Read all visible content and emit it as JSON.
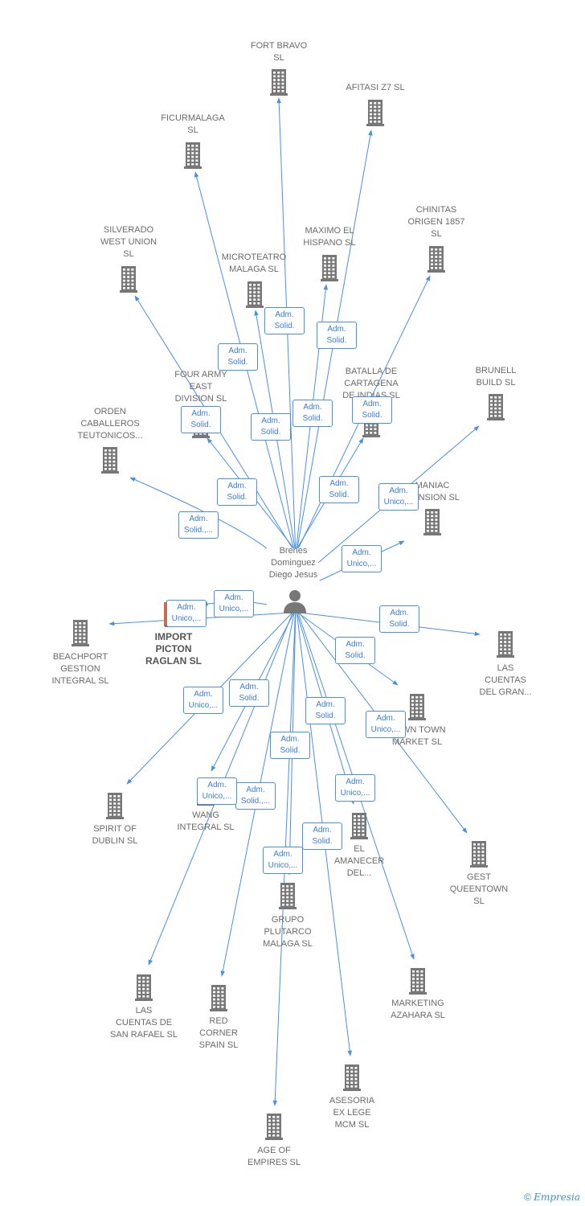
{
  "person": {
    "name": "Brenes\nDominguez\nDiego Jesus"
  },
  "colors": {
    "edge": "#4a90e2",
    "icon": "#777777",
    "highlight": "#e8622a"
  },
  "footer": {
    "copyright": "©",
    "brand": "Empresia"
  },
  "nodes": [
    {
      "id": "n1",
      "label": "FORT BRAVO\nSL"
    },
    {
      "id": "n2",
      "label": "AFITASI Z7  SL"
    },
    {
      "id": "n3",
      "label": "FICURMALAGA\nSL"
    },
    {
      "id": "n4",
      "label": "CHINITAS\nORIGEN 1857\nSL"
    },
    {
      "id": "n5",
      "label": "SILVERADO\nWEST UNION\nSL"
    },
    {
      "id": "n6",
      "label": "MICROTEATRO\nMALAGA  SL"
    },
    {
      "id": "n7",
      "label": "MAXIMO EL\nHISPANO  SL"
    },
    {
      "id": "n8",
      "label": "FOUR ARMY\nEAST\nDIVISION  SL"
    },
    {
      "id": "n9",
      "label": "BATALLA DE\nCARTAGENA\nDE INDIAS  SL"
    },
    {
      "id": "n10",
      "label": "BRUNELL\nBUILD  SL"
    },
    {
      "id": "n11",
      "label": "ORDEN\nCABALLEROS\nTEUTONICOS..."
    },
    {
      "id": "n12",
      "label": "MANIAC\nMANSION  SL"
    },
    {
      "id": "n13",
      "label": "IMPORT\nPICTON\nRAGLAN  SL",
      "highlight": true
    },
    {
      "id": "n14",
      "label": "BEACHPORT\nGESTION\nINTEGRAL  SL"
    },
    {
      "id": "n15",
      "label": "LAS\nCUENTAS\nDEL GRAN..."
    },
    {
      "id": "n16",
      "label": "DOWN TOWN\nMARKET  SL"
    },
    {
      "id": "n17",
      "label": "SPIRIT OF\nDUBLIN  SL"
    },
    {
      "id": "n18",
      "label": "WANG\nINTEGRAL  SL"
    },
    {
      "id": "n19",
      "label": "EL\nAMANECER\nDEL..."
    },
    {
      "id": "n20",
      "label": "GEST\nQUEENTOWN\nSL"
    },
    {
      "id": "n21",
      "label": "GRUPO\nPLUTARCO\nMALAGA  SL"
    },
    {
      "id": "n22",
      "label": "LAS\nCUENTAS DE\nSAN RAFAEL  SL"
    },
    {
      "id": "n23",
      "label": "RED\nCORNER\nSPAIN  SL"
    },
    {
      "id": "n24",
      "label": "MARKETING\nAZAHARA  SL"
    },
    {
      "id": "n25",
      "label": "ASESORIA\nEX LEGE\nMCM  SL"
    },
    {
      "id": "n26",
      "label": "AGE OF\nEMPIRES  SL"
    }
  ],
  "edges": [
    {
      "to": "n1",
      "label": "Adm.\nSolid."
    },
    {
      "to": "n2",
      "label": "Adm.\nSolid."
    },
    {
      "to": "n3",
      "label": "Adm.\nSolid."
    },
    {
      "to": "n4",
      "label": "Adm.\nSolid."
    },
    {
      "to": "n5",
      "label": "Adm.\nSolid."
    },
    {
      "to": "n6",
      "label": "Adm.\nSolid."
    },
    {
      "to": "n7",
      "label": "Adm.\nSolid."
    },
    {
      "to": "n8",
      "label": "Adm.\nSolid."
    },
    {
      "to": "n9",
      "label": "Adm.\nSolid."
    },
    {
      "to": "n10",
      "label": "Adm.\nUnico,..."
    },
    {
      "to": "n11",
      "label": "Adm.\nSolid.,..."
    },
    {
      "to": "n12",
      "label": "Adm.\nUnico,..."
    },
    {
      "to": "n13",
      "label": "Adm.\nUnico,..."
    },
    {
      "to": "n14",
      "label": "Adm.\nUnico,..."
    },
    {
      "to": "n15",
      "label": "Adm.\nSolid."
    },
    {
      "to": "n16",
      "label": "Adm.\nSolid."
    },
    {
      "to": "n17",
      "label": "Adm.\nUnico,..."
    },
    {
      "to": "n18",
      "label": "Adm.\nSolid."
    },
    {
      "to": "n19",
      "label": "Adm.\nSolid."
    },
    {
      "to": "n20",
      "label": "Adm.\nUnico,..."
    },
    {
      "to": "n21",
      "label": "Adm.\nSolid."
    },
    {
      "to": "n22",
      "label": "Adm.\nUnico,..."
    },
    {
      "to": "n23",
      "label": "Adm.\nSolid.,..."
    },
    {
      "to": "n24",
      "label": "Adm.\nUnico,..."
    },
    {
      "to": "n25",
      "label": "Adm.\nSolid."
    },
    {
      "to": "n26",
      "label": "Adm.\nUnico,..."
    }
  ]
}
